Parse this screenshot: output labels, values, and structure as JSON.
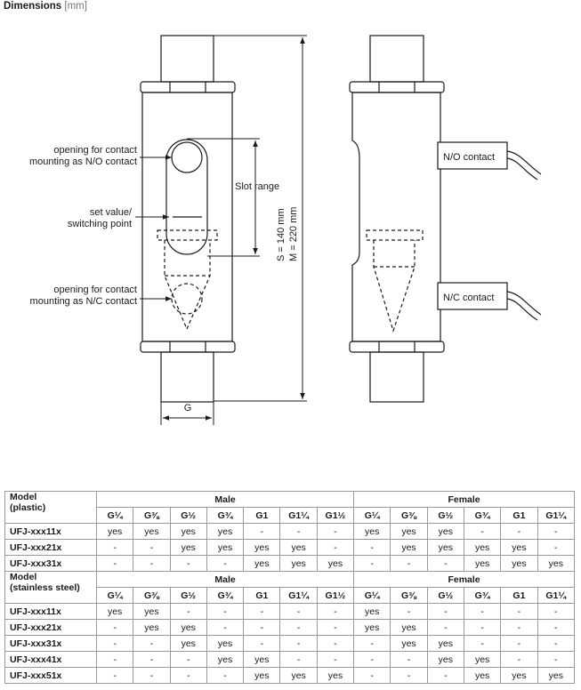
{
  "title": "Dimensions",
  "title_unit": "[mm]",
  "diagram": {
    "labels": {
      "no_opening_1": "opening for contact",
      "no_opening_2": "mounting as N/O contact",
      "set_value_1": "set value/",
      "set_value_2": "switching point",
      "nc_opening_1": "opening for contact",
      "nc_opening_2": "mounting as N/C contact",
      "slot_range": "Slot range",
      "dim_s": "S = 140 mm",
      "dim_m": "M = 220 mm",
      "g_dim": "G",
      "no_contact": "N/O contact",
      "nc_contact": "N/C contact"
    }
  },
  "table": {
    "threads": [
      "G¼",
      "G⅜",
      "G½",
      "G¾",
      "G1",
      "G1¼",
      "G1½",
      "G¼",
      "G⅜",
      "G½",
      "G¾",
      "G1",
      "G1¼"
    ],
    "sections": [
      {
        "model_label_1": "Model",
        "model_label_2": "(plastic)",
        "male": "Male",
        "female": "Female",
        "rows": [
          {
            "model": "UFJ-xxx11x",
            "cells": [
              "yes",
              "yes",
              "yes",
              "yes",
              "-",
              "-",
              "-",
              "yes",
              "yes",
              "yes",
              "-",
              "-",
              "-"
            ]
          },
          {
            "model": "UFJ-xxx21x",
            "cells": [
              "-",
              "-",
              "yes",
              "yes",
              "yes",
              "yes",
              "-",
              "-",
              "yes",
              "yes",
              "yes",
              "yes",
              "-"
            ]
          },
          {
            "model": "UFJ-xxx31x",
            "cells": [
              "-",
              "-",
              "-",
              "-",
              "yes",
              "yes",
              "yes",
              "-",
              "-",
              "-",
              "yes",
              "yes",
              "yes"
            ]
          }
        ]
      },
      {
        "model_label_1": "Model",
        "model_label_2": "(stainless steel)",
        "male": "Male",
        "female": "Female",
        "rows": [
          {
            "model": "UFJ-xxx11x",
            "cells": [
              "yes",
              "yes",
              "-",
              "-",
              "-",
              "-",
              "-",
              "yes",
              "-",
              "-",
              "-",
              "-",
              "-"
            ]
          },
          {
            "model": "UFJ-xxx21x",
            "cells": [
              "-",
              "yes",
              "yes",
              "-",
              "-",
              "-",
              "-",
              "yes",
              "yes",
              "-",
              "-",
              "-",
              "-"
            ]
          },
          {
            "model": "UFJ-xxx31x",
            "cells": [
              "-",
              "-",
              "yes",
              "yes",
              "-",
              "-",
              "-",
              "-",
              "yes",
              "yes",
              "-",
              "-",
              "-"
            ]
          },
          {
            "model": "UFJ-xxx41x",
            "cells": [
              "-",
              "-",
              "-",
              "yes",
              "yes",
              "-",
              "-",
              "-",
              "-",
              "yes",
              "yes",
              "-",
              "-"
            ]
          },
          {
            "model": "UFJ-xxx51x",
            "cells": [
              "-",
              "-",
              "-",
              "-",
              "yes",
              "yes",
              "yes",
              "-",
              "-",
              "-",
              "yes",
              "yes",
              "yes"
            ]
          }
        ]
      }
    ]
  }
}
